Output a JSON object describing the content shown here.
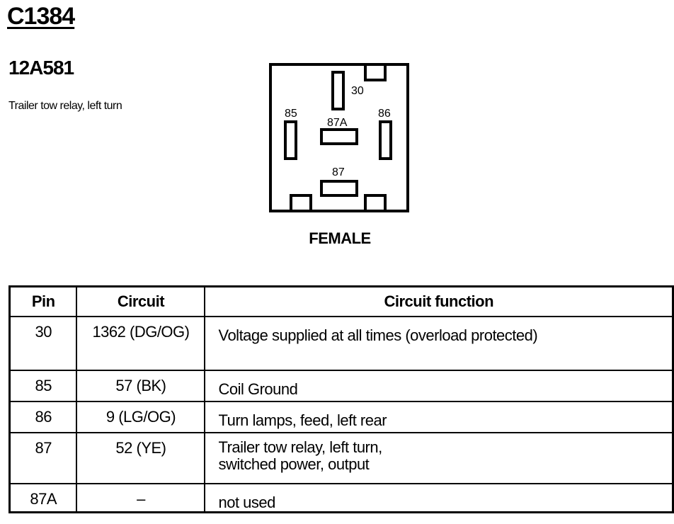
{
  "connector": {
    "id": "C1384",
    "part_number": "12A581",
    "description": "Trailer tow relay, left turn",
    "view": "FEMALE",
    "pin_labels": {
      "p30": "30",
      "p85": "85",
      "p86": "86",
      "p87a": "87A",
      "p87": "87"
    }
  },
  "table": {
    "headers": {
      "pin": "Pin",
      "circuit": "Circuit",
      "function": "Circuit function"
    },
    "rows": [
      {
        "pin": "30",
        "circuit": "1362 (DG/OG)",
        "function": "Voltage supplied at all times (overload protected)"
      },
      {
        "pin": "85",
        "circuit": "57 (BK)",
        "function": "Coil Ground"
      },
      {
        "pin": "86",
        "circuit": "9 (LG/OG)",
        "function": "Turn lamps, feed, left rear"
      },
      {
        "pin": "87",
        "circuit": "52 (YE)",
        "function": "Trailer tow relay, left turn,\nswitched power, output"
      },
      {
        "pin": "87A",
        "circuit": "–",
        "function": "not used"
      }
    ]
  }
}
